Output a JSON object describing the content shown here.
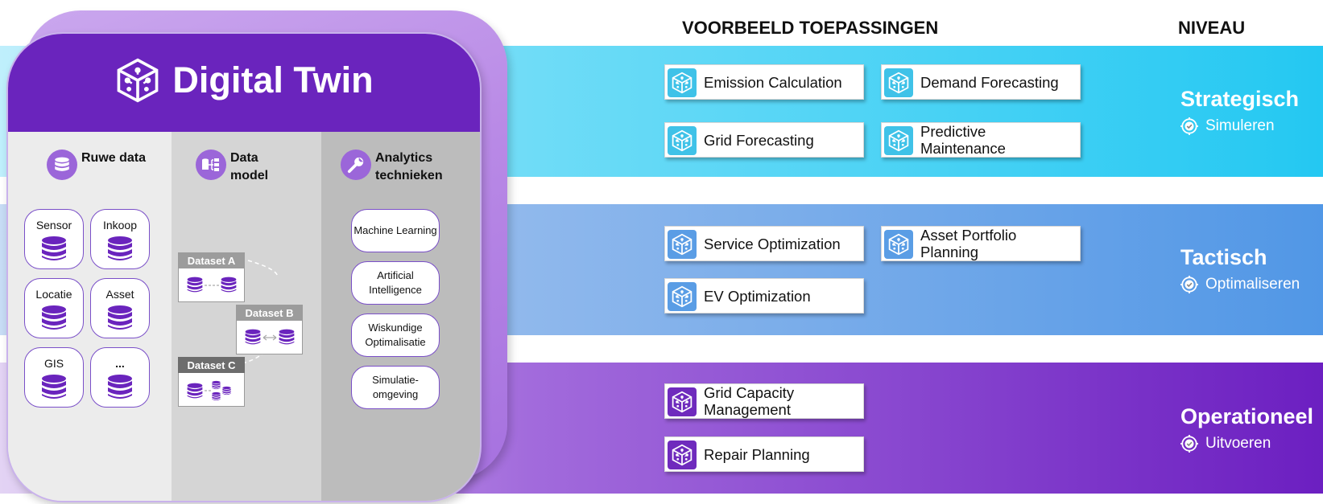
{
  "headers": {
    "applications": "VOORBEELD TOEPASSINGEN",
    "level": "NIVEAU"
  },
  "digital_twin": {
    "title": "Digital Twin",
    "columns": {
      "raw_data": "Ruwe data",
      "data_model": "Data model",
      "analytics": "Analytics technieken"
    },
    "sources": [
      "Sensor",
      "Inkoop",
      "Locatie",
      "Asset",
      "GIS",
      "..."
    ],
    "datasets": [
      "Dataset A",
      "Dataset B",
      "Dataset C"
    ],
    "techniques": [
      "Machine Learning",
      "Artificial Intelligence",
      "Wiskundige Optimalisatie",
      "Simulatie-omgeving"
    ]
  },
  "levels": {
    "strategic": {
      "title": "Strategisch",
      "subtitle": "Simuleren",
      "apps": [
        "Emission Calculation",
        "Demand Forecasting",
        "Grid Forecasting",
        "Predictive Maintenance"
      ]
    },
    "tactical": {
      "title": "Tactisch",
      "subtitle": "Optimaliseren",
      "apps": [
        "Service Optimization",
        "Asset Portfolio Planning",
        "EV Optimization"
      ]
    },
    "operational": {
      "title": "Operationeel",
      "subtitle": "Uitvoeren",
      "apps": [
        "Grid Capacity Management",
        "Repair Planning"
      ]
    }
  },
  "colors": {
    "brand_purple": "#6a24bd",
    "strategic_band": "#24c8f2",
    "tactical_band": "#5197e6",
    "operational_band": "#6c1fc1"
  }
}
